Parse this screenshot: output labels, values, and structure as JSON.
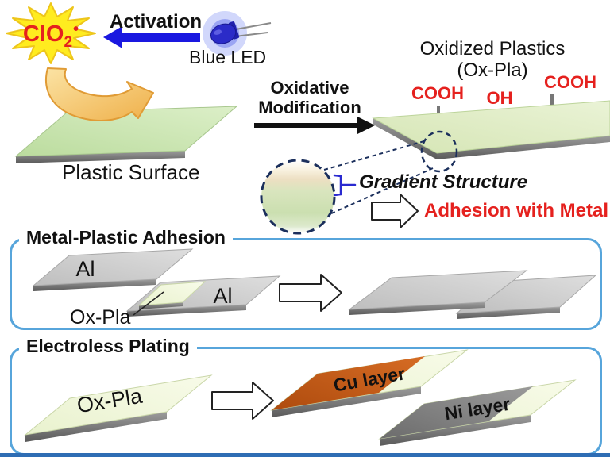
{
  "colors": {
    "accent-red": "#E5211E",
    "arrow-blue": "#1A18E0",
    "led-blue": "#2B2BC8",
    "starburst-yellow": "#FFEC1F",
    "starburst-stroke": "#EDC51B",
    "curved-arrow-stroke": "#E09B35",
    "plastic-green": "#C8E3AE",
    "oxidized-green": "#DDEBC2",
    "cream": "#F1F7DB",
    "al-gray": "#CCCCCC",
    "cu-orange": "#C35C1B",
    "ni-gray": "#7E7E7E",
    "navy-dash": "#1B2F5C",
    "bracket-blue": "#2A2AD0",
    "box-border": "#57A5DB",
    "bottom-line": "#2E6DB4",
    "stick-gray": "#777777"
  },
  "icons": [
    "starburst-icon",
    "blue-led-icon",
    "activation-arrow-icon",
    "curved-arrow-icon",
    "oxidative-arrow-icon",
    "magnifier-circle-icon",
    "zoom-target-circle-icon",
    "block-arrow-icon",
    "bracket-icon"
  ],
  "top": {
    "radical": {
      "formula": "ClO",
      "subscript": "2",
      "dot": "•"
    },
    "activation_label": "Activation",
    "blue_led_label": "Blue LED",
    "plastic_surface_label": "Plastic Surface",
    "oxidative_line1": "Oxidative",
    "oxidative_line2": "Modification",
    "oxidized_title_line1": "Oxidized Plastics",
    "oxidized_title_line2": "(Ox-Pla)",
    "groups": [
      {
        "label": "COOH"
      },
      {
        "label": "OH"
      },
      {
        "label": "COOH"
      }
    ],
    "gradient_structure_label": "Gradient Structure",
    "adhesion_with_metal_label": "Adhesion with Metal"
  },
  "adhesion_box": {
    "title": "Metal-Plastic Adhesion",
    "plate1_label": "Al",
    "plate2_label": "Al",
    "oxpla_label": "Ox-Pla"
  },
  "plating_box": {
    "title": "Electroless Plating",
    "oxpla_label": "Ox-Pla",
    "cu_label": "Cu layer",
    "ni_label": "Ni layer"
  }
}
